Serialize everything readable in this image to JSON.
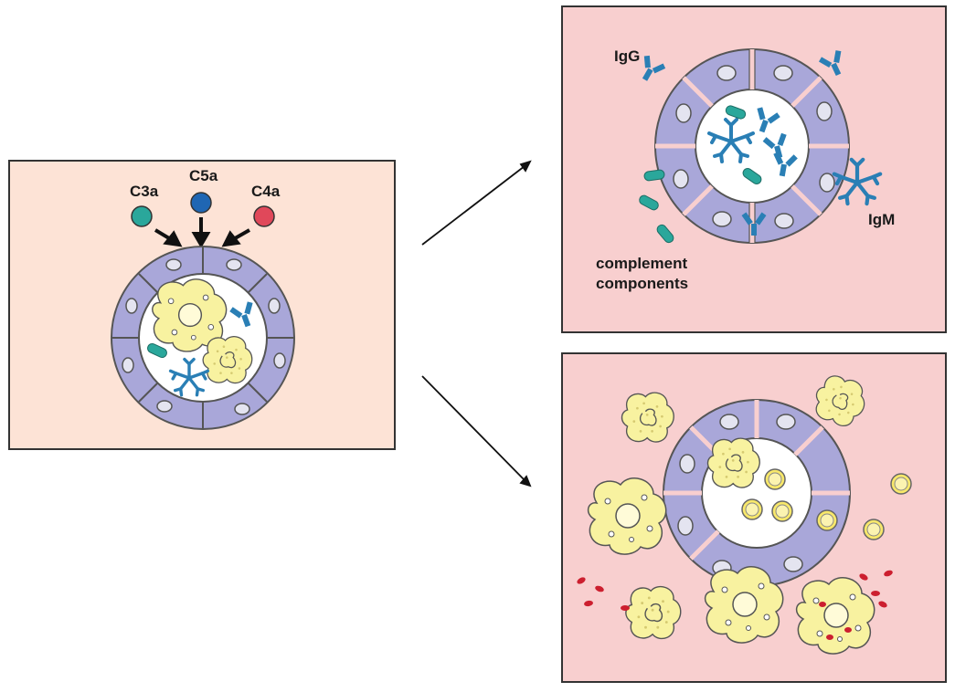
{
  "panels": {
    "left": {
      "labels": {
        "c3a": "C3a",
        "c5a": "C5a",
        "c4a": "C4a"
      }
    },
    "top_right": {
      "labels": {
        "igg": "IgG",
        "igm": "IgM",
        "complement_line1": "complement",
        "complement_line2": "components"
      }
    },
    "bottom_right": {}
  },
  "colors": {
    "panel_left_bg": "#fde3d6",
    "panel_right_bg": "#f8cfcf",
    "cell_wall": "#a9a7d9",
    "nucleus": "#e4e4f0",
    "lumen": "#ffffff",
    "phagocyte": "#f8f2a0",
    "c3a": "#2aa79b",
    "c5a": "#1f66b3",
    "c4a": "#e0485a",
    "antibody": "#2a7fb5",
    "complement_rod": "#2aa79b",
    "granule": "#cc1f2f"
  }
}
